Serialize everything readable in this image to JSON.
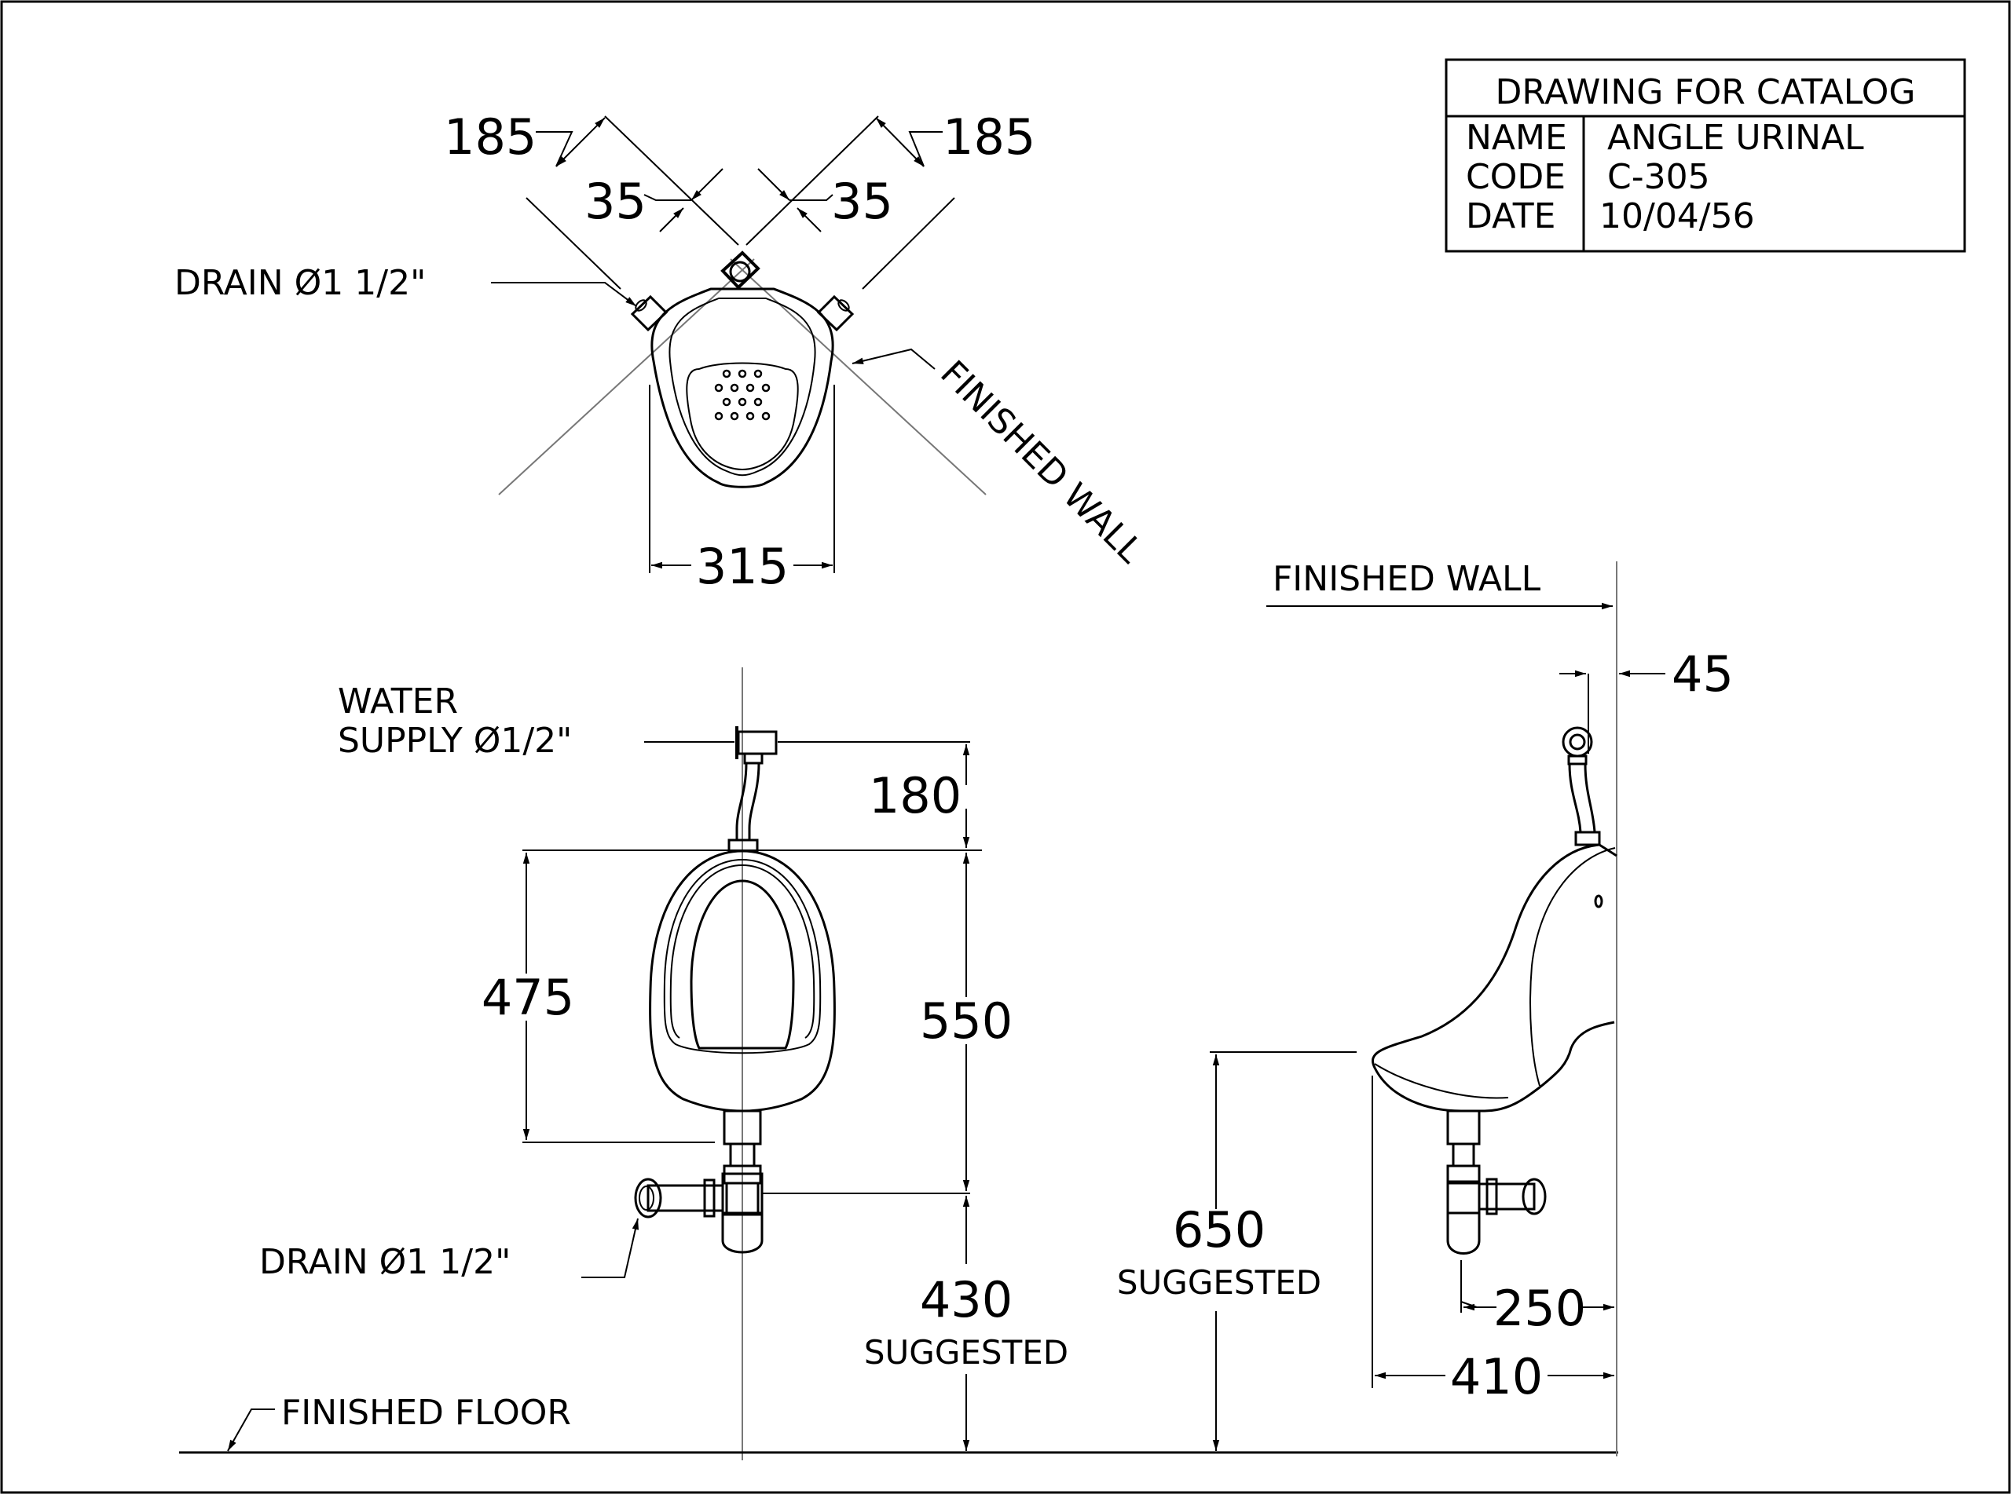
{
  "title_block": {
    "heading": "DRAWING FOR CATALOG",
    "rows": [
      {
        "key": "NAME",
        "value": "ANGLE URINAL"
      },
      {
        "key": "CODE",
        "value": "C-305"
      },
      {
        "key": "DATE",
        "value": "10/04/56"
      }
    ]
  },
  "top_view": {
    "dim_left_outer": "185",
    "dim_right_outer": "185",
    "dim_left_inner": "35",
    "dim_right_inner": "35",
    "drain_label": "DRAIN Ø1 1/2\"",
    "finished_wall_label": "FINISHED WALL",
    "width_dim": "315"
  },
  "front_view": {
    "water_supply_line1": "WATER",
    "water_supply_line2": "SUPPLY Ø1/2\"",
    "dim_180": "180",
    "dim_475": "475",
    "dim_550": "550",
    "dim_430": "430",
    "suggested_430": "SUGGESTED",
    "drain_label": "DRAIN Ø1 1/2\"",
    "finished_floor_label": "FINISHED FLOOR"
  },
  "side_view": {
    "finished_wall_label": "FINISHED WALL",
    "dim_45": "45",
    "dim_650": "650",
    "suggested_650": "SUGGESTED",
    "dim_250": "250",
    "dim_410": "410"
  }
}
